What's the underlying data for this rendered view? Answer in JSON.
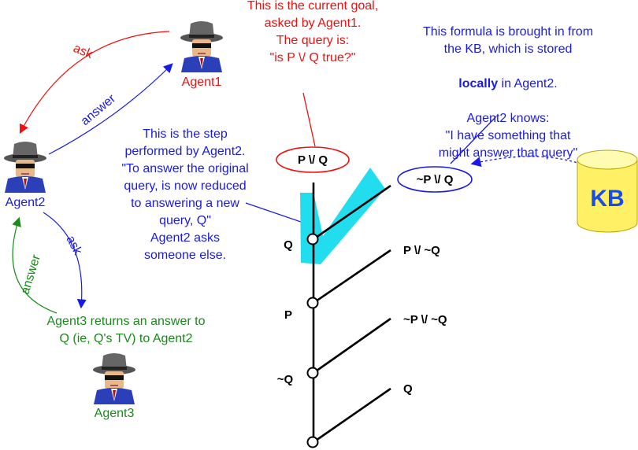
{
  "agents": {
    "agent1": "Agent1",
    "agent2": "Agent2",
    "agent3": "Agent3"
  },
  "arrows": {
    "ask_top": "ask",
    "answer_top": "answer",
    "ask_bottom": "ask",
    "answer_bottom": "answer"
  },
  "notes": {
    "goal_note": "This is the current goal,\nasked by Agent1.\nThe query is:\n\"is P \\/ Q true?\"",
    "kb_note_line1": "This formula is brought in from\nthe KB, which is stored",
    "kb_note_bold": "locally",
    "kb_note_line2": " in Agent2.",
    "kb_note_line3": "Agent2 knows:\n\"I have something that\nmight answer that query\"",
    "step_note": "This is the step\nperformed by Agent2.\n\"To answer the original\nquery, is now reduced\nto answering a new\nquery, Q\"\nAgent2 asks\nsomeone else.",
    "agent3_note": "Agent3 returns an answer to\nQ (ie, Q's TV) to Agent2"
  },
  "tree": {
    "goal": "P \\/ Q",
    "kb_formula": "~P \\/ Q",
    "node_labels": [
      "Q",
      "P",
      "~Q"
    ],
    "branch_labels": [
      "P \\/ ~Q",
      "~P \\/ ~Q",
      "Q"
    ]
  },
  "kb": {
    "label": "KB"
  },
  "colors": {
    "red": "#ee1111",
    "blue": "#1a1ae6",
    "green": "#1a8a1a",
    "cyan": "#22ddee",
    "kb_yellow": "#fff066",
    "kb_text": "#1a4de6"
  }
}
